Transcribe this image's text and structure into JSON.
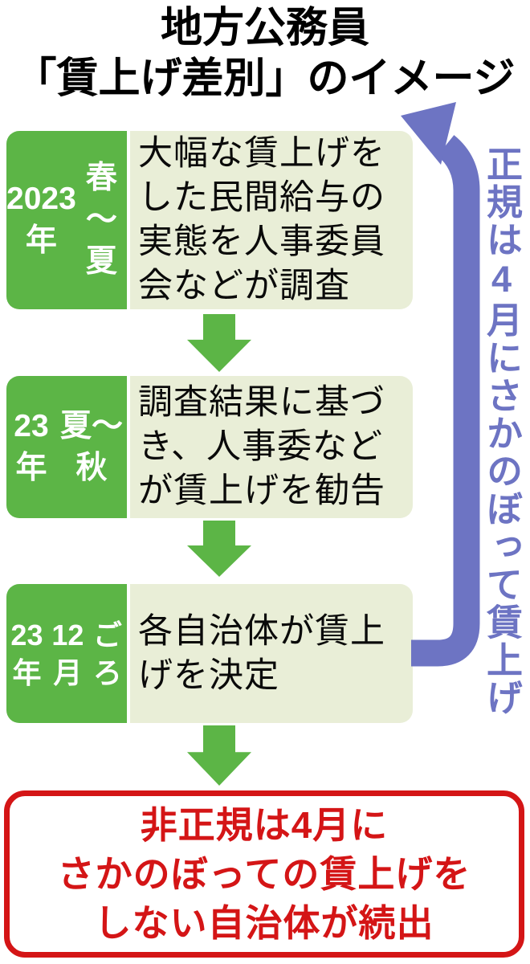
{
  "title": {
    "lines": [
      "地方公務員",
      "「賃上げ差別」のイメージ"
    ]
  },
  "flow": {
    "steps": [
      {
        "period": {
          "lines": [
            "2023年",
            "春～夏"
          ]
        },
        "desc": {
          "lines": [
            "大幅な賃上げを",
            "した民間給与の",
            "実態を人事委員",
            "会などが調査"
          ]
        }
      },
      {
        "period": {
          "lines": [
            "23年",
            "夏～秋"
          ]
        },
        "desc": {
          "lines": [
            "調査結果に基づ",
            "き、人事委など",
            "が賃上げを勧告"
          ]
        }
      },
      {
        "period": {
          "lines": [
            "23年",
            "12月",
            "ごろ"
          ]
        },
        "desc": {
          "lines": [
            "各自治体が賃上",
            "げを決定"
          ]
        }
      }
    ]
  },
  "side_arrow": {
    "label": "正規は4月にさかのぼって賃上げ"
  },
  "result": {
    "lines": [
      "非正規は4月に",
      "さかのぼっての賃上げを",
      "しない自治体が続出"
    ]
  },
  "icons": {
    "down_arrow": "green-triangle-down-arrow",
    "retro_raise_arrow": "blue-curved-arrow-up-left"
  },
  "colors": {
    "green": "#5cb546",
    "light_green": "#e9eed7",
    "blue": "#6d74c3",
    "red": "#d41516",
    "title_text": "#000000",
    "background": "#ffffff"
  }
}
